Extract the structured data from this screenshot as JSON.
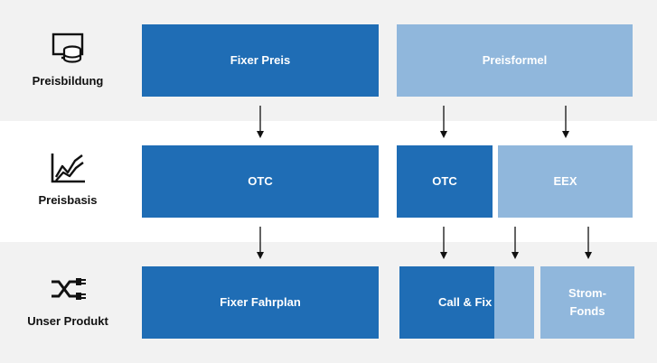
{
  "rows": [
    {
      "label": "Preisbildung",
      "icon": "database-icon"
    },
    {
      "label": "Preisbasis",
      "icon": "chart-line-icon"
    },
    {
      "label": "Unser Produkt",
      "icon": "shuffle-plug-icon"
    }
  ],
  "boxes": {
    "fixer_preis": "Fixer Preis",
    "preisformel": "Preisformel",
    "otc_left": "OTC",
    "otc_right": "OTC",
    "eex": "EEX",
    "fixer_fahrplan": "Fixer Fahrplan",
    "call_fix": "Call & Fix",
    "strom_fonds": "Strom-\nFonds"
  },
  "colors": {
    "dark_blue": "#1f6db5",
    "light_blue": "#90b7dc",
    "band_gray": "#f2f2f2",
    "text": "#111111"
  }
}
